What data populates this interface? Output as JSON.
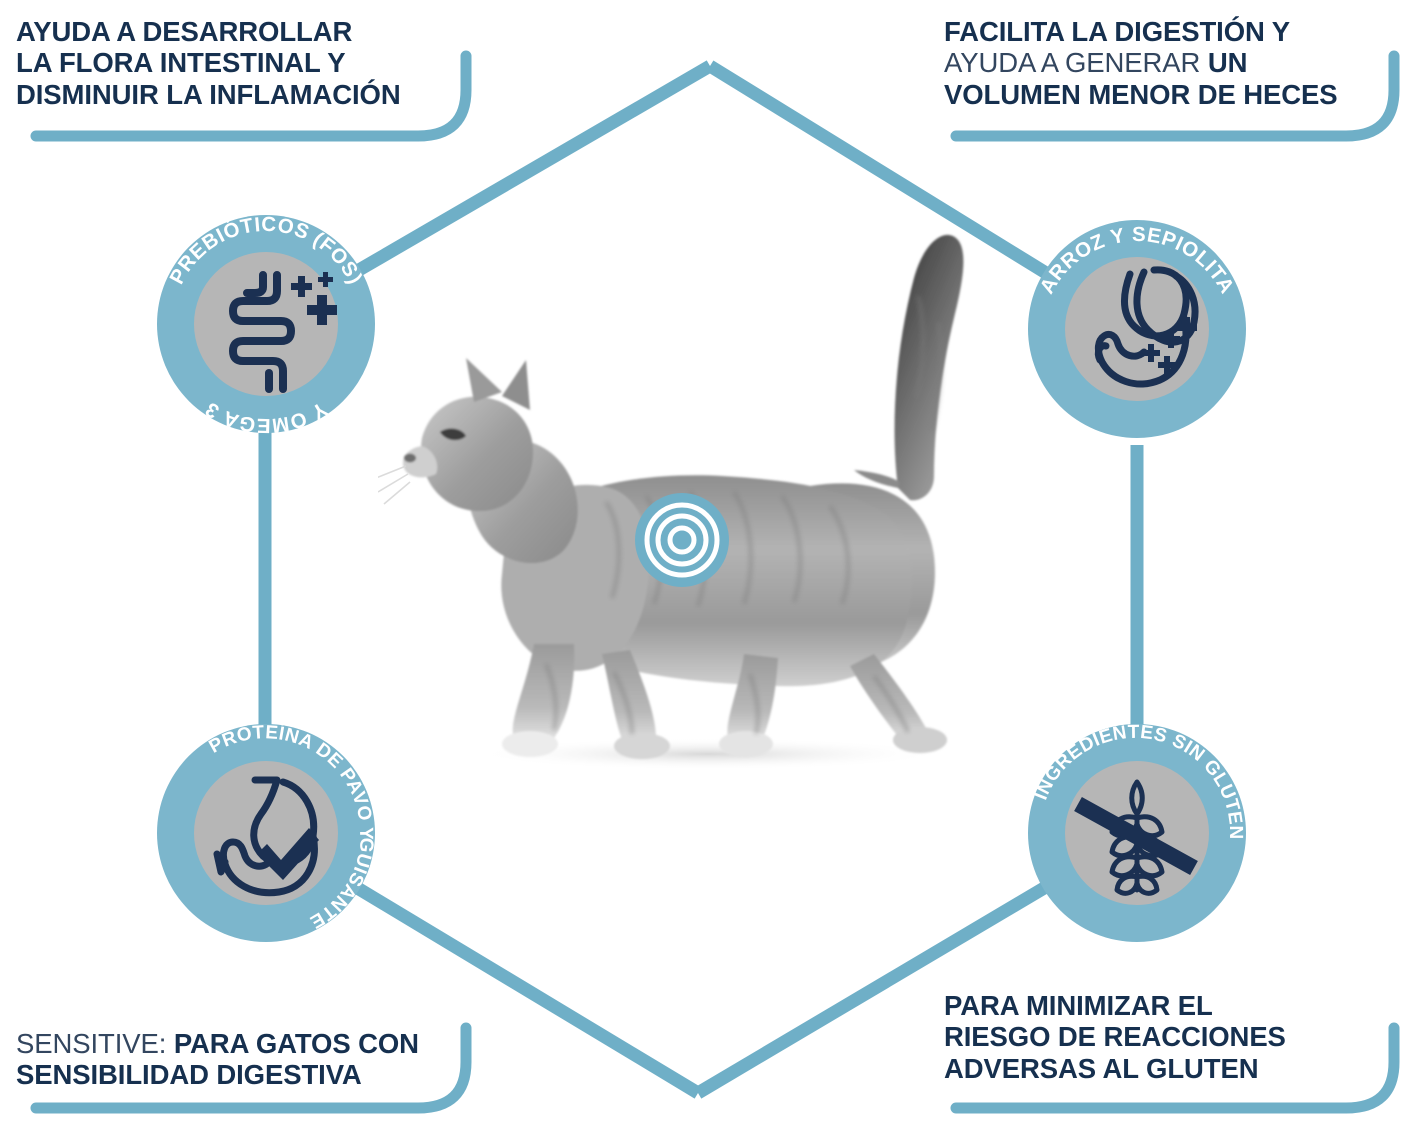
{
  "theme": {
    "brand_blue": "#6fafc7",
    "navy": "#16304f",
    "navy_light": "#33465f",
    "badge_ring": "#7cb6cc",
    "badge_inner_gray": "#b6b6b6",
    "icon_navy": "#1b3052",
    "background": "#ffffff"
  },
  "callouts": {
    "top_left": {
      "name": "flora-intestinal-callout",
      "lines": [
        {
          "text": "AYUDA A DESARROLLAR",
          "weight": "bold"
        },
        {
          "text": "LA FLORA INTESTINAL Y",
          "weight": "bold"
        },
        {
          "text": "DISMINUIR LA INFLAMACIÓN",
          "weight": "bold"
        }
      ]
    },
    "top_right": {
      "name": "digestion-callout",
      "lines": [
        {
          "text": "FACILITA LA DIGESTIÓN Y",
          "weight": "bold"
        },
        {
          "text": "AYUDA A GENERAR ",
          "weight": "light",
          "tail": "UN",
          "tail_weight": "bold"
        },
        {
          "text": "VOLUMEN MENOR DE HECES",
          "weight": "bold"
        }
      ]
    },
    "bottom_left": {
      "name": "sensitive-callout",
      "lines": [
        {
          "text": "SENSITIVE: ",
          "weight": "light",
          "tail": "PARA GATOS CON",
          "tail_weight": "bold"
        },
        {
          "text": "SENSIBILIDAD DIGESTIVA",
          "weight": "bold"
        }
      ]
    },
    "bottom_right": {
      "name": "gluten-risk-callout",
      "lines": [
        {
          "text": "PARA MINIMIZAR EL",
          "weight": "bold"
        },
        {
          "text": "RIESGO DE REACCIONES",
          "weight": "bold"
        },
        {
          "text": "ADVERSAS AL GLUTEN",
          "weight": "bold"
        }
      ]
    }
  },
  "badges": [
    {
      "id": "prebiotics",
      "name": "badge-prebiotics",
      "top_arc_text": "PREBIÓTICOS (FOS)",
      "bottom_arc_text": "Y OMEGA 3",
      "icon": "intestine-icon",
      "icon_extras": "plus-signs"
    },
    {
      "id": "rice",
      "name": "badge-rice-sepiolite",
      "top_arc_text": "ARROZ  Y  SEPIOLITA",
      "bottom_arc_text": "",
      "icon": "stomach-icon",
      "icon_extras": "plus-signs"
    },
    {
      "id": "protein",
      "name": "badge-turkey-pea-protein",
      "top_arc_text": "PROTEÍNA DE PAVO Y",
      "bottom_arc_text": "GUISANTE",
      "icon": "stomach-check-icon",
      "icon_extras": "checkmark"
    },
    {
      "id": "gluten",
      "name": "badge-gluten-free",
      "top_arc_text": "INGREDIENTES SIN GLUTEN",
      "bottom_arc_text": "",
      "icon": "wheat-crossed-icon",
      "icon_extras": "strikethrough-bar"
    }
  ],
  "center": {
    "name": "target-marker",
    "icon": "concentric-target-icon",
    "subject": "walking-tabby-cat-photo"
  }
}
